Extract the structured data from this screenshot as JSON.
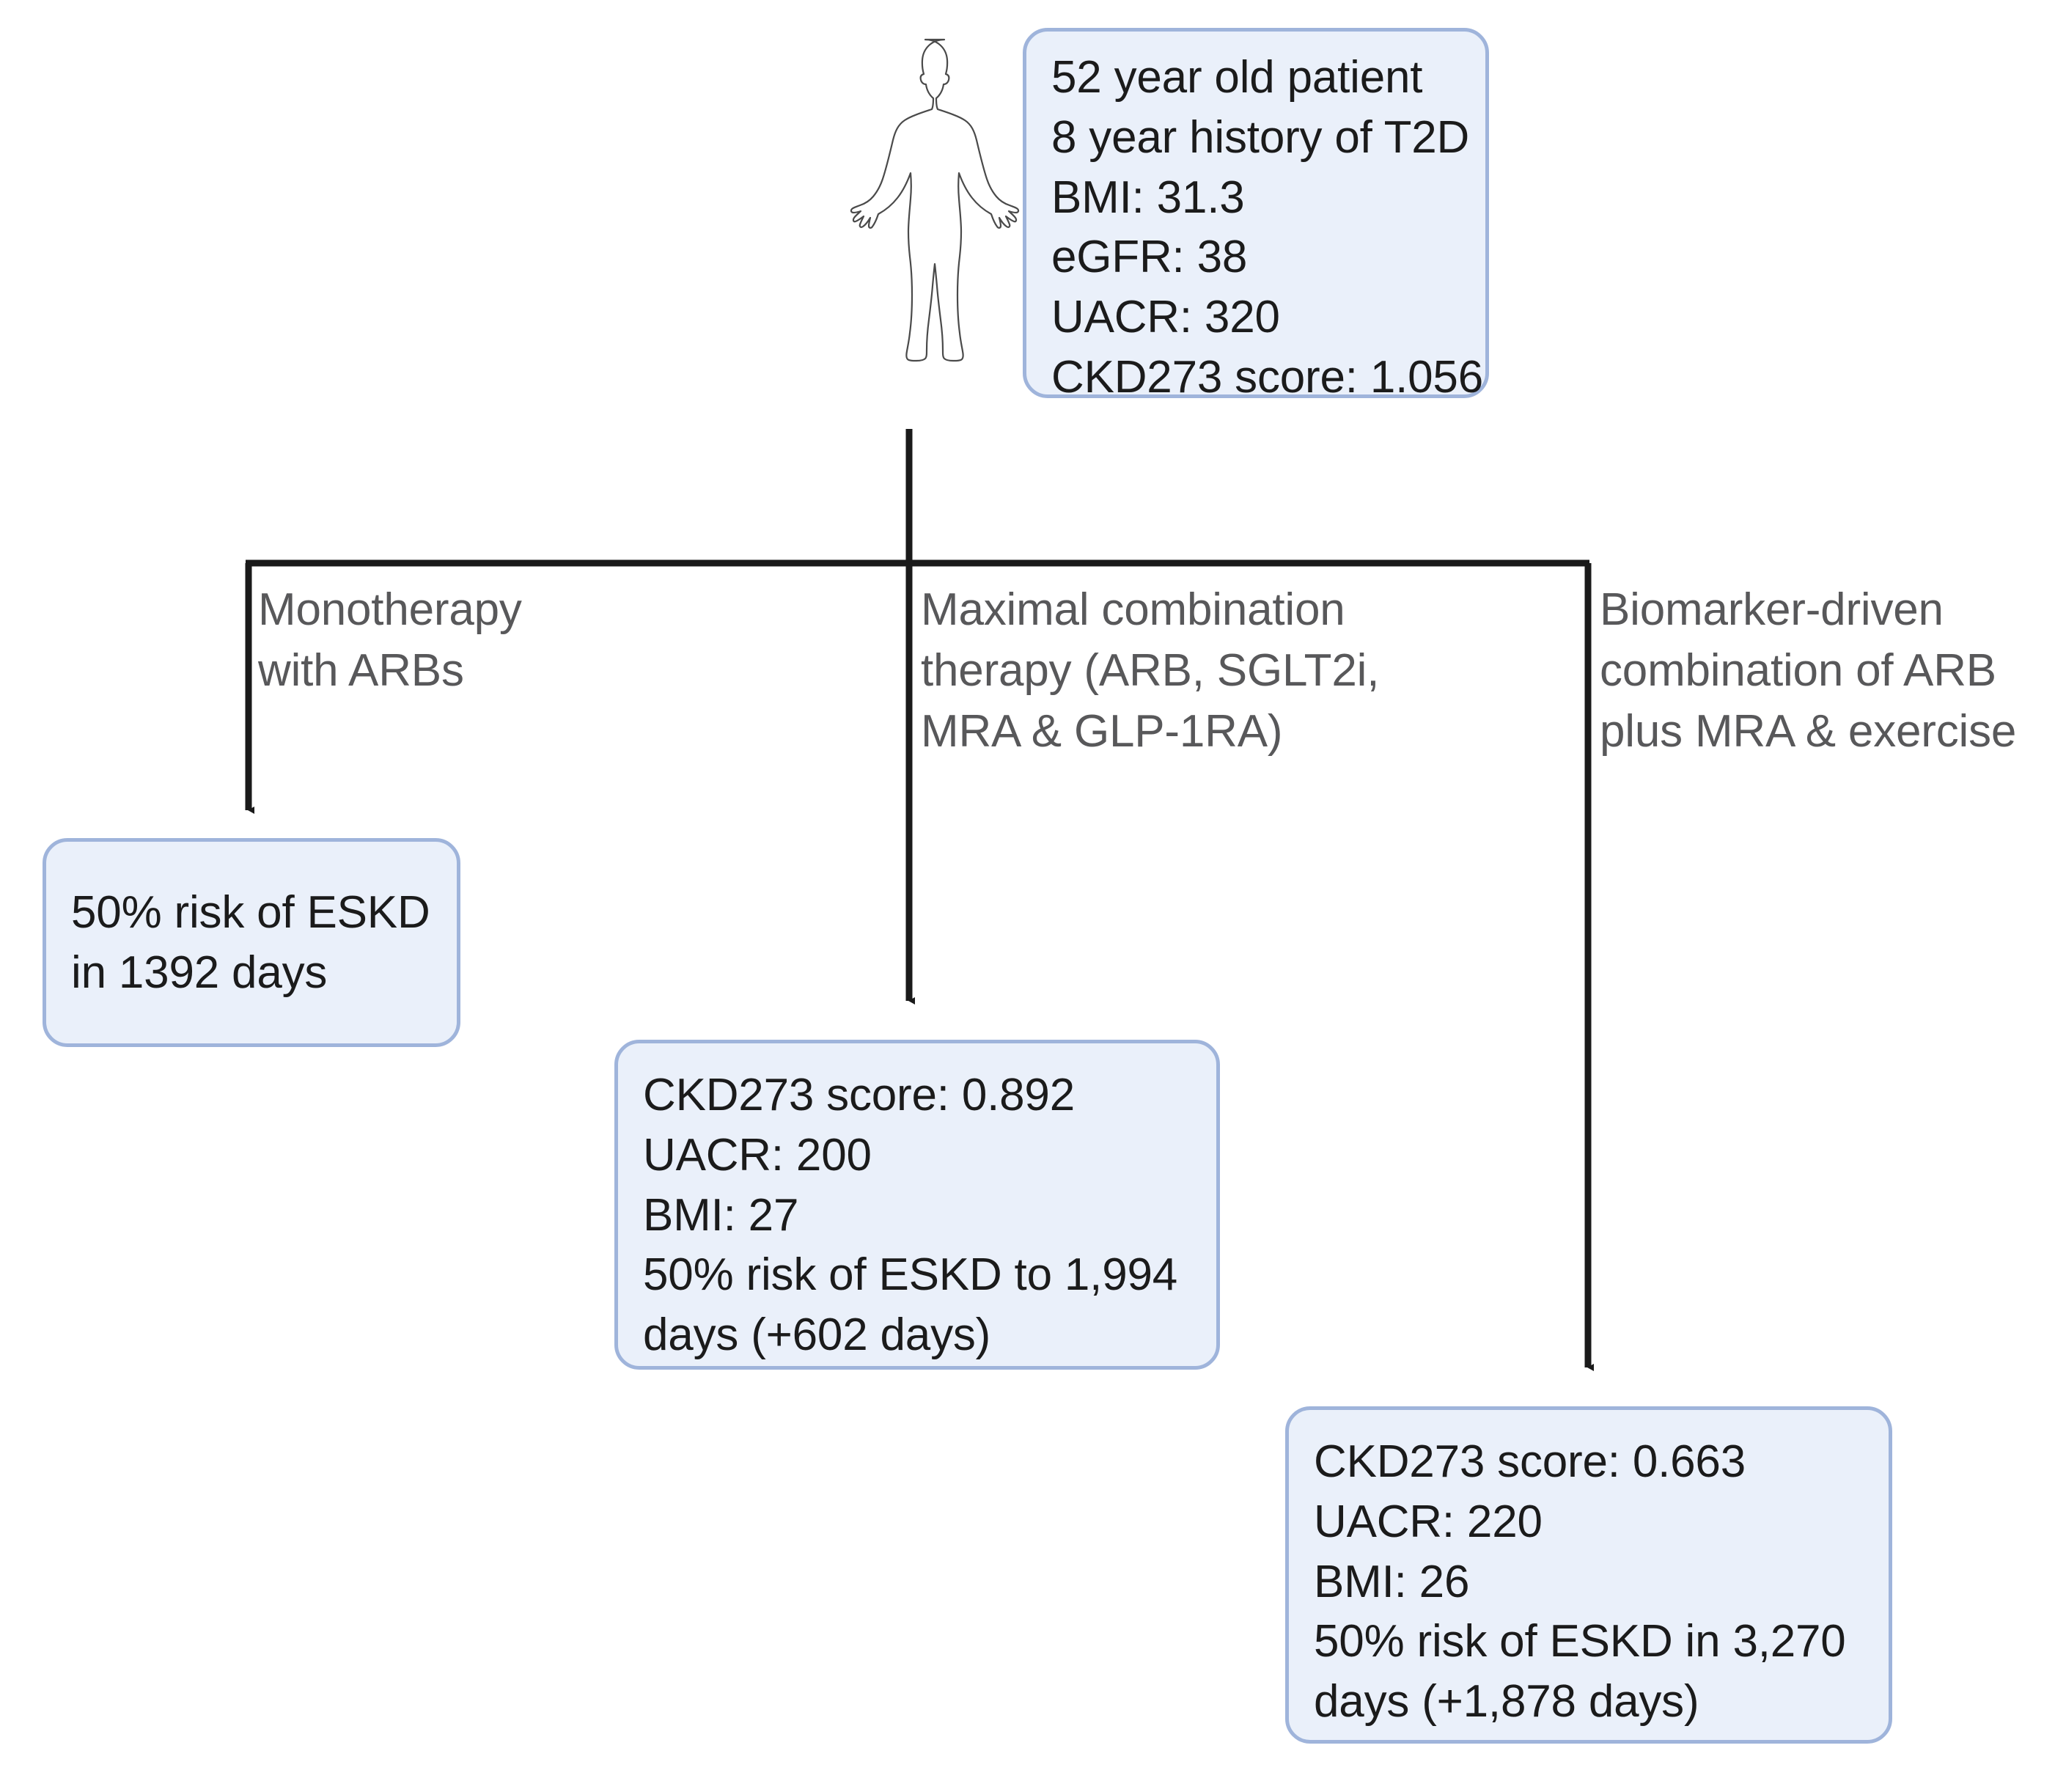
{
  "diagram": {
    "title": "CKD273 biomarker-driven treatment scenarios",
    "figure_icon": "human-body-outline-icon",
    "colors": {
      "box_fill": "#eaf0fa",
      "box_border": "#9fb4db",
      "connector": "#1a1a1a",
      "label_text": "#58585a",
      "box_text": "#1b1b1b"
    }
  },
  "patient": {
    "lines": [
      "52 year old patient",
      "8 year history of T2D",
      "BMI: 31.3",
      "eGFR: 38",
      "UACR: 320",
      "CKD273 score: 1.056"
    ]
  },
  "branches": [
    {
      "id": "monotherapy",
      "label": "Monotherapy\nwith ARBs"
    },
    {
      "id": "maximal-combination",
      "label": "Maximal combination\ntherapy (ARB, SGLT2i,\nMRA & GLP-1RA)"
    },
    {
      "id": "biomarker-driven",
      "label": "Biomarker-driven\ncombination of ARB\nplus MRA & exercise"
    }
  ],
  "outcomes": {
    "left": {
      "lines": [
        "50% risk of ESKD",
        "in 1392 days"
      ]
    },
    "middle": {
      "lines": [
        "CKD273 score: 0.892",
        "UACR: 200",
        "BMI: 27",
        "50% risk of ESKD to 1,994 days (+602 days)"
      ]
    },
    "right": {
      "lines": [
        "CKD273 score: 0.663",
        "UACR: 220",
        "BMI: 26",
        "50% risk of ESKD in 3,270 days (+1,878 days)"
      ]
    }
  }
}
